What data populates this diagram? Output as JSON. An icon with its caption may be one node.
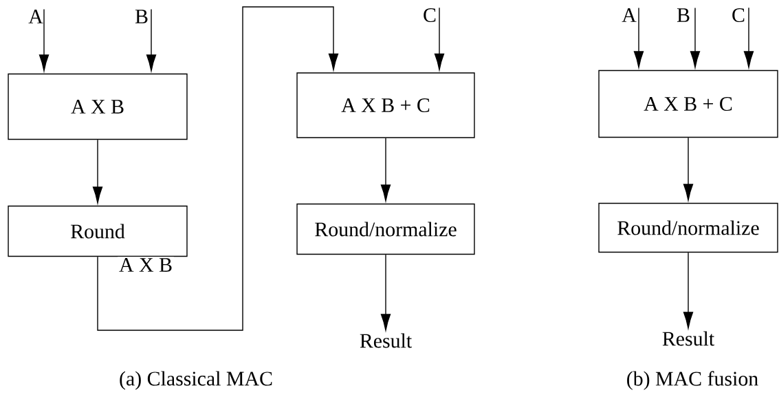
{
  "diagram": {
    "nodes": [
      {
        "text": [
          "A"
        ]
      },
      {
        "text": [
          "B"
        ]
      },
      {
        "text": [
          "A X B"
        ]
      },
      {
        "text": [
          "Round"
        ]
      },
      {
        "text": [
          "C"
        ]
      },
      {
        "text": [
          "A X B + C"
        ]
      },
      {
        "text": [
          "Round/normalize"
        ]
      },
      {
        "text": [
          "Result"
        ]
      },
      {
        "text": [
          "A"
        ]
      },
      {
        "text": [
          "B"
        ]
      },
      {
        "text": [
          "C"
        ]
      },
      {
        "text": [
          "A X B + C"
        ]
      },
      {
        "text": [
          "Round/normalize"
        ]
      },
      {
        "text": [
          "Result"
        ]
      }
    ],
    "edges": [
      {
        "from": 0,
        "to": 2,
        "arrow": "to"
      },
      {
        "from": 1,
        "to": 2,
        "arrow": "to"
      },
      {
        "from": 2,
        "to": 3,
        "arrow": "to"
      },
      {
        "from": 3,
        "to": 5,
        "arrow": "to",
        "label": "A X B"
      },
      {
        "from": 4,
        "to": 5,
        "arrow": "to"
      },
      {
        "from": 5,
        "to": 6,
        "arrow": "to"
      },
      {
        "from": 6,
        "to": 7,
        "arrow": "to"
      },
      {
        "from": 8,
        "to": 11,
        "arrow": "to"
      },
      {
        "from": 9,
        "to": 11,
        "arrow": "to"
      },
      {
        "from": 10,
        "to": 11,
        "arrow": "to"
      },
      {
        "from": 11,
        "to": 12,
        "arrow": "to"
      },
      {
        "from": 12,
        "to": 13,
        "arrow": "to"
      }
    ],
    "labels": [
      "(a) Classical MAC",
      "(b) MAC fusion"
    ]
  }
}
